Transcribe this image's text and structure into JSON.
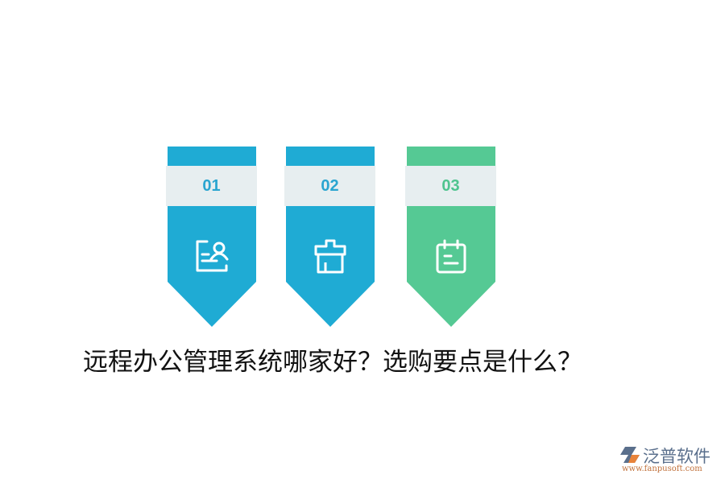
{
  "steps": [
    {
      "number": "01",
      "icon": "profile-card-icon",
      "color": "#1fabd4",
      "number_color": "#2aa5d0"
    },
    {
      "number": "02",
      "icon": "gift-box-icon",
      "color": "#1fabd4",
      "number_color": "#2aa5d0"
    },
    {
      "number": "03",
      "icon": "calendar-icon",
      "color": "#55c994",
      "number_color": "#4fc48f"
    }
  ],
  "title": "远程办公管理系统哪家好？选购要点是什么？",
  "logo": {
    "brand": "泛普软件",
    "url": "www.fanpusoft.com"
  }
}
